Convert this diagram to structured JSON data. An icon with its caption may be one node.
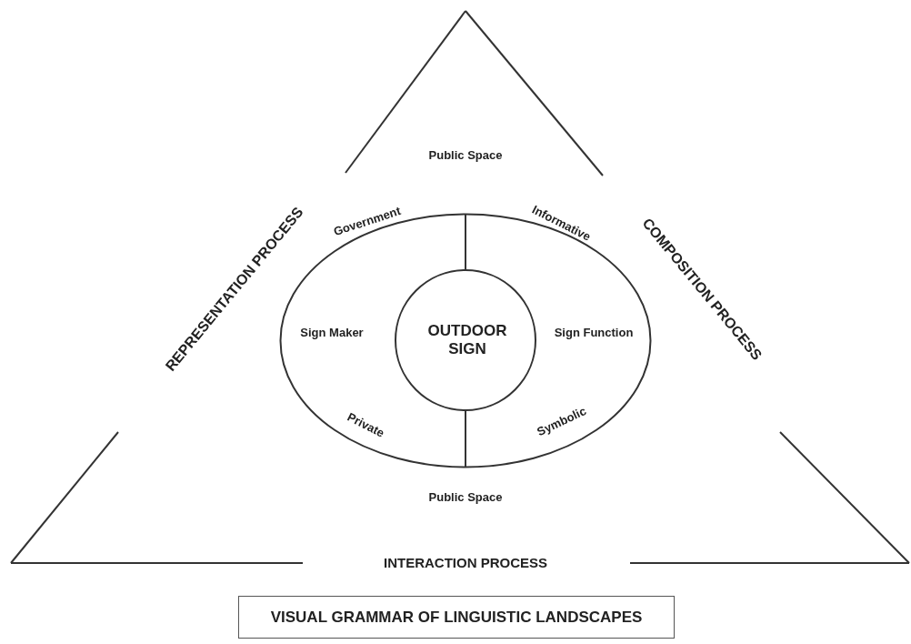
{
  "diagram": {
    "title": "VISUAL GRAMMAR OF LINGUISTIC LANDSCAPES",
    "nodes": [
      {
        "text": [
          "Government",
          "Sign Maker",
          "Private",
          "Informative",
          "Sign Function",
          "Symbolic"
        ]
      },
      {
        "text": [
          "OUTDOOR SIGN"
        ],
        "in": 0
      }
    ],
    "edges": [],
    "labels": [
      "Public Space",
      "REPRESENTATION PROCESS",
      "COMPOSITION PROCESS",
      "Public Space",
      "INTERACTION PROCESS"
    ]
  }
}
